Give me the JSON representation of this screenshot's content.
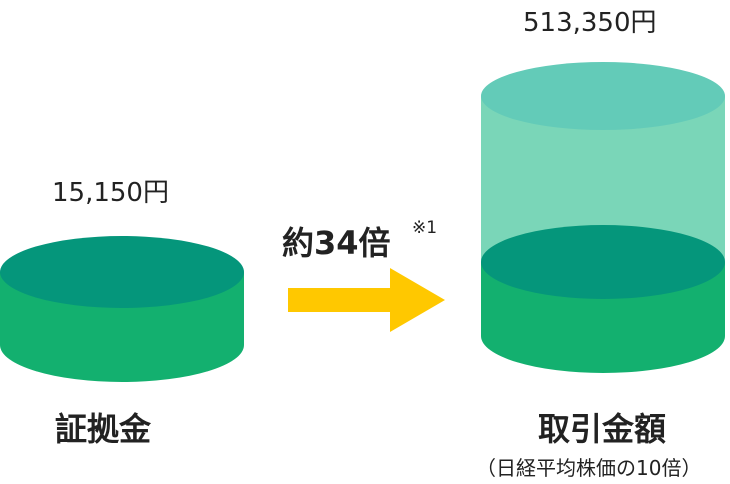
{
  "left": {
    "amount": "15,150円",
    "label": "証拠金"
  },
  "middle": {
    "ratio": "約34倍",
    "note": "※1"
  },
  "right": {
    "amount": "513,350円",
    "label": "取引金額",
    "sub": "（日経平均株価の10倍）"
  },
  "colors": {
    "dark": "#05967b",
    "green": "#13b06f",
    "light_body": "#7ad6b8",
    "light_top": "#63cbb8",
    "arrow": "#ffc800"
  }
}
